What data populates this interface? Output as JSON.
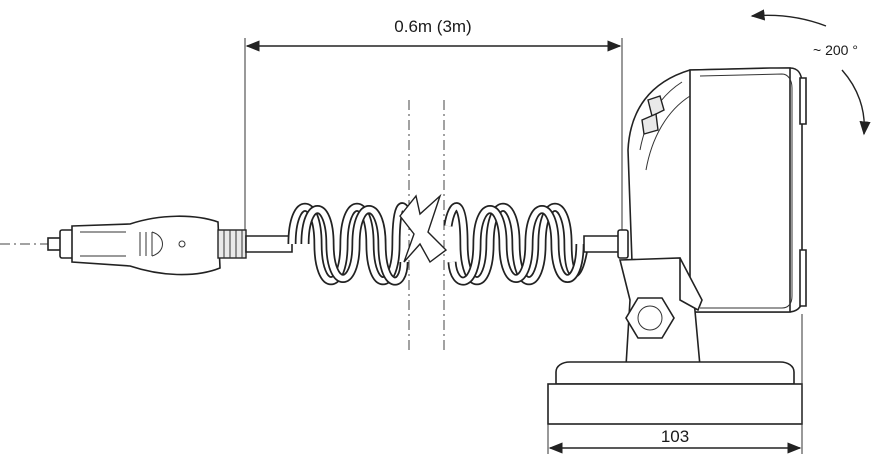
{
  "dimensions": {
    "cable_length": "0.6m (3m)",
    "rotation_angle": "~ 200 °",
    "base_width": "103"
  }
}
